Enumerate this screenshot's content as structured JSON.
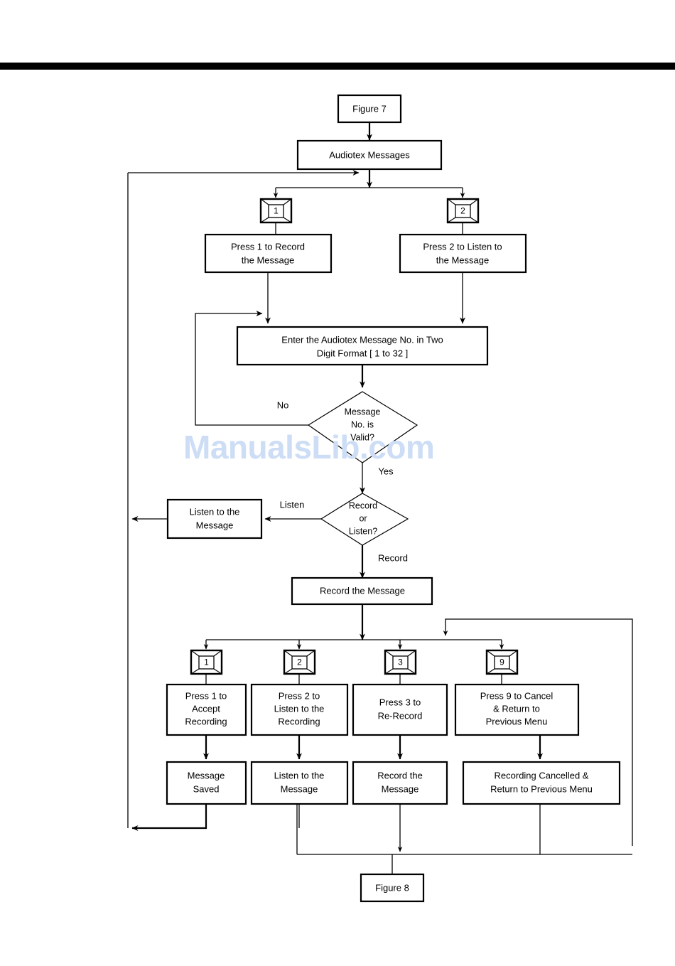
{
  "page": {
    "watermark": "ManualsLib.com",
    "watermark_color": "#ccddf5",
    "top_rule_color": "#000000"
  },
  "diagram": {
    "type": "flowchart",
    "title": "Audiotex Messages flow",
    "nodes": {
      "figure7": {
        "label": "Figure 7",
        "shape": "box"
      },
      "audiotex": {
        "label": "Audiotex  Messages",
        "shape": "box"
      },
      "press1_record": {
        "line1": "Press 1 to  Record",
        "line2": "the Message",
        "shape": "box"
      },
      "press2_listen": {
        "line1": "Press 2 to Listen to",
        "line2": "the Message",
        "shape": "box"
      },
      "enter_no": {
        "line1": "Enter the  Audiotex Message No.   in  Two",
        "line2": "Digit Format [ 1 to 32 ]",
        "shape": "box"
      },
      "valid_q": {
        "line1": "Message",
        "line2": "No. is",
        "line3": "Valid?",
        "shape": "diamond"
      },
      "listen_msg": {
        "line1": "Listen to the",
        "line2": "Message",
        "shape": "box"
      },
      "rec_or_listen": {
        "line1": "Record",
        "line2": "or",
        "line3": "Listen?",
        "shape": "diamond"
      },
      "record_msg": {
        "label": "Record the Message",
        "shape": "box"
      },
      "press1_accept": {
        "line1": "Press 1 to",
        "line2": "Accept",
        "line3": "Recording",
        "shape": "box"
      },
      "press2_listen_rec": {
        "line1": "Press 2 to",
        "line2": "Listen to the",
        "line3": "Recording",
        "shape": "box"
      },
      "press3_rerecord": {
        "line1": "Press 3 to",
        "line2": "Re-Record",
        "shape": "box"
      },
      "press9_cancel": {
        "line1": "Press 9 to Cancel",
        "line2": "& Return to",
        "line3": "Previous Menu",
        "shape": "box"
      },
      "message_saved": {
        "line1": "Message",
        "line2": "Saved",
        "shape": "box"
      },
      "listen_msg2": {
        "line1": "Listen to the",
        "line2": "Message",
        "shape": "box"
      },
      "record_msg2": {
        "line1": "Record the",
        "line2": "Message",
        "shape": "box"
      },
      "rec_cancelled": {
        "line1": "Recording Cancelled &",
        "line2": "Return to Previous Menu",
        "shape": "box"
      },
      "figure8": {
        "label": "Figure 8",
        "shape": "box"
      }
    },
    "keypads": {
      "top_1": "1",
      "top_2": "2",
      "bot_1": "1",
      "bot_2": "2",
      "bot_3": "3",
      "bot_9": "9"
    },
    "edge_labels": {
      "no": "No",
      "yes": "Yes",
      "listen": "Listen",
      "record": "Record"
    }
  }
}
